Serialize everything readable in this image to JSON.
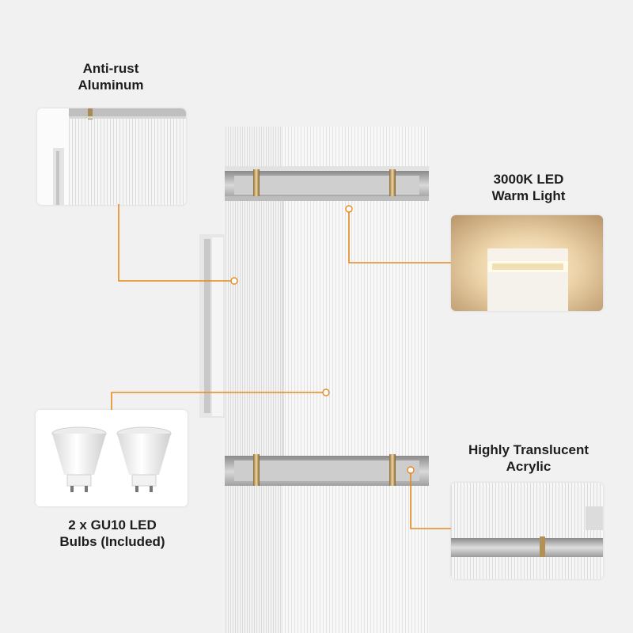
{
  "callouts": {
    "aluminum": {
      "line1": "Anti-rust",
      "line2": "Aluminum"
    },
    "warm_light": {
      "line1": "3000K LED",
      "line2": "Warm Light"
    },
    "acrylic": {
      "line1": "Highly Translucent",
      "line2": "Acrylic"
    },
    "bulbs": {
      "line1": "2 x GU10 LED",
      "line2": "Bulbs (Included)"
    }
  },
  "colors": {
    "accent": "#e8891e",
    "background": "#f1f1f1",
    "text": "#1d1d1d",
    "fixture": "#f7f7f7"
  }
}
